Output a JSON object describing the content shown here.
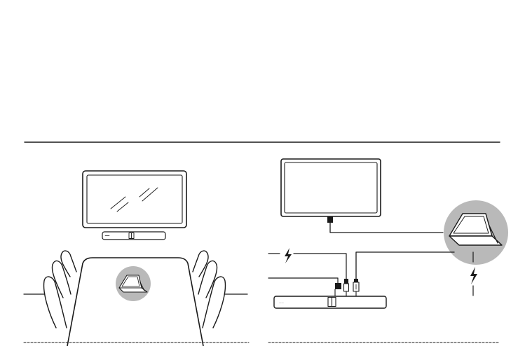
{
  "figure": {
    "left_panel": {
      "scene": "conference-room",
      "elements": [
        "display",
        "video-bar",
        "conference-table",
        "chairs",
        "touch-controller"
      ]
    },
    "right_panel": {
      "scene": "connection-diagram",
      "elements": [
        "display",
        "video-bar",
        "touch-controller",
        "power",
        "network-cables"
      ]
    },
    "icons": [
      "lightning-icon",
      "lightning-icon",
      "tablet-icon",
      "tablet-icon"
    ],
    "device_label": "——"
  },
  "colors": {
    "line": "#1a1a1a",
    "circle_fill": "#b9b9b9",
    "background": "#ffffff"
  }
}
